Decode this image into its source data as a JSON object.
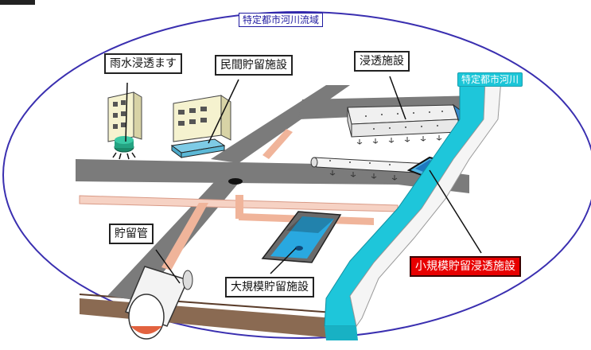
{
  "labels": {
    "basin": "特定都市河川流域",
    "river": "特定都市河川",
    "rainwater": "雨水浸透ます",
    "private_storage": "民間貯留施設",
    "infiltration": "浸透施設",
    "storage_pipe": "貯留管",
    "large_storage": "大規模貯留施設",
    "small_storage": "小規模貯留浸透施設"
  },
  "colors": {
    "basin_outline": "#3a2fb0",
    "road": "#7a7a7a",
    "river": "#1ec6da",
    "highlight": "#e80000",
    "pipe": "#f0b49a"
  }
}
